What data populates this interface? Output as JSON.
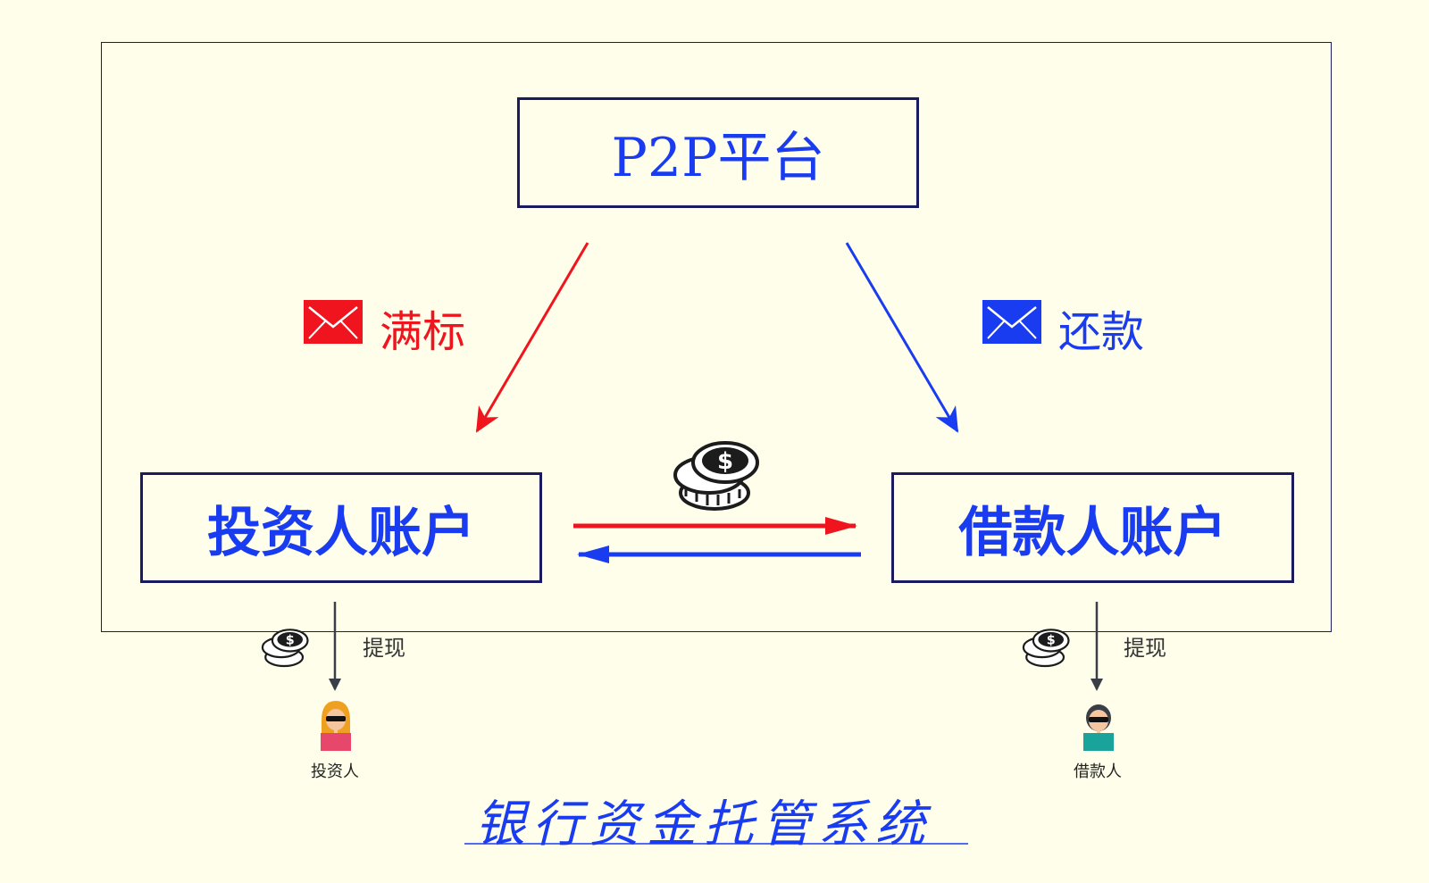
{
  "diagram": {
    "platform_box": {
      "label": "P2P平台"
    },
    "investor_account_box": {
      "label": "投资人账户"
    },
    "borrower_account_box": {
      "label": "借款人账户"
    },
    "edge_full_bid": {
      "label": "满标",
      "color": "#f0141e",
      "icon": "envelope-icon"
    },
    "edge_repayment": {
      "label": "还款",
      "color": "#1a3cf0",
      "icon": "envelope-icon"
    },
    "transfer_icon": "coin-stack-icon",
    "withdraw_investor": {
      "label": "提现",
      "icon": "coin-stack-icon"
    },
    "withdraw_borrower": {
      "label": "提现",
      "icon": "coin-stack-icon"
    },
    "investor_person": {
      "label": "投资人",
      "icon": "investor-avatar-icon"
    },
    "borrower_person": {
      "label": "借款人",
      "icon": "borrower-avatar-icon"
    },
    "system_title": "银行资金托管系统"
  },
  "colors": {
    "background": "#fefeea",
    "box_border": "#1a1a5e",
    "text_blue": "#1a3cf0",
    "arrow_red": "#f0141e",
    "arrow_blue": "#1a3cf0",
    "withdraw_line": "#3a3f47"
  }
}
